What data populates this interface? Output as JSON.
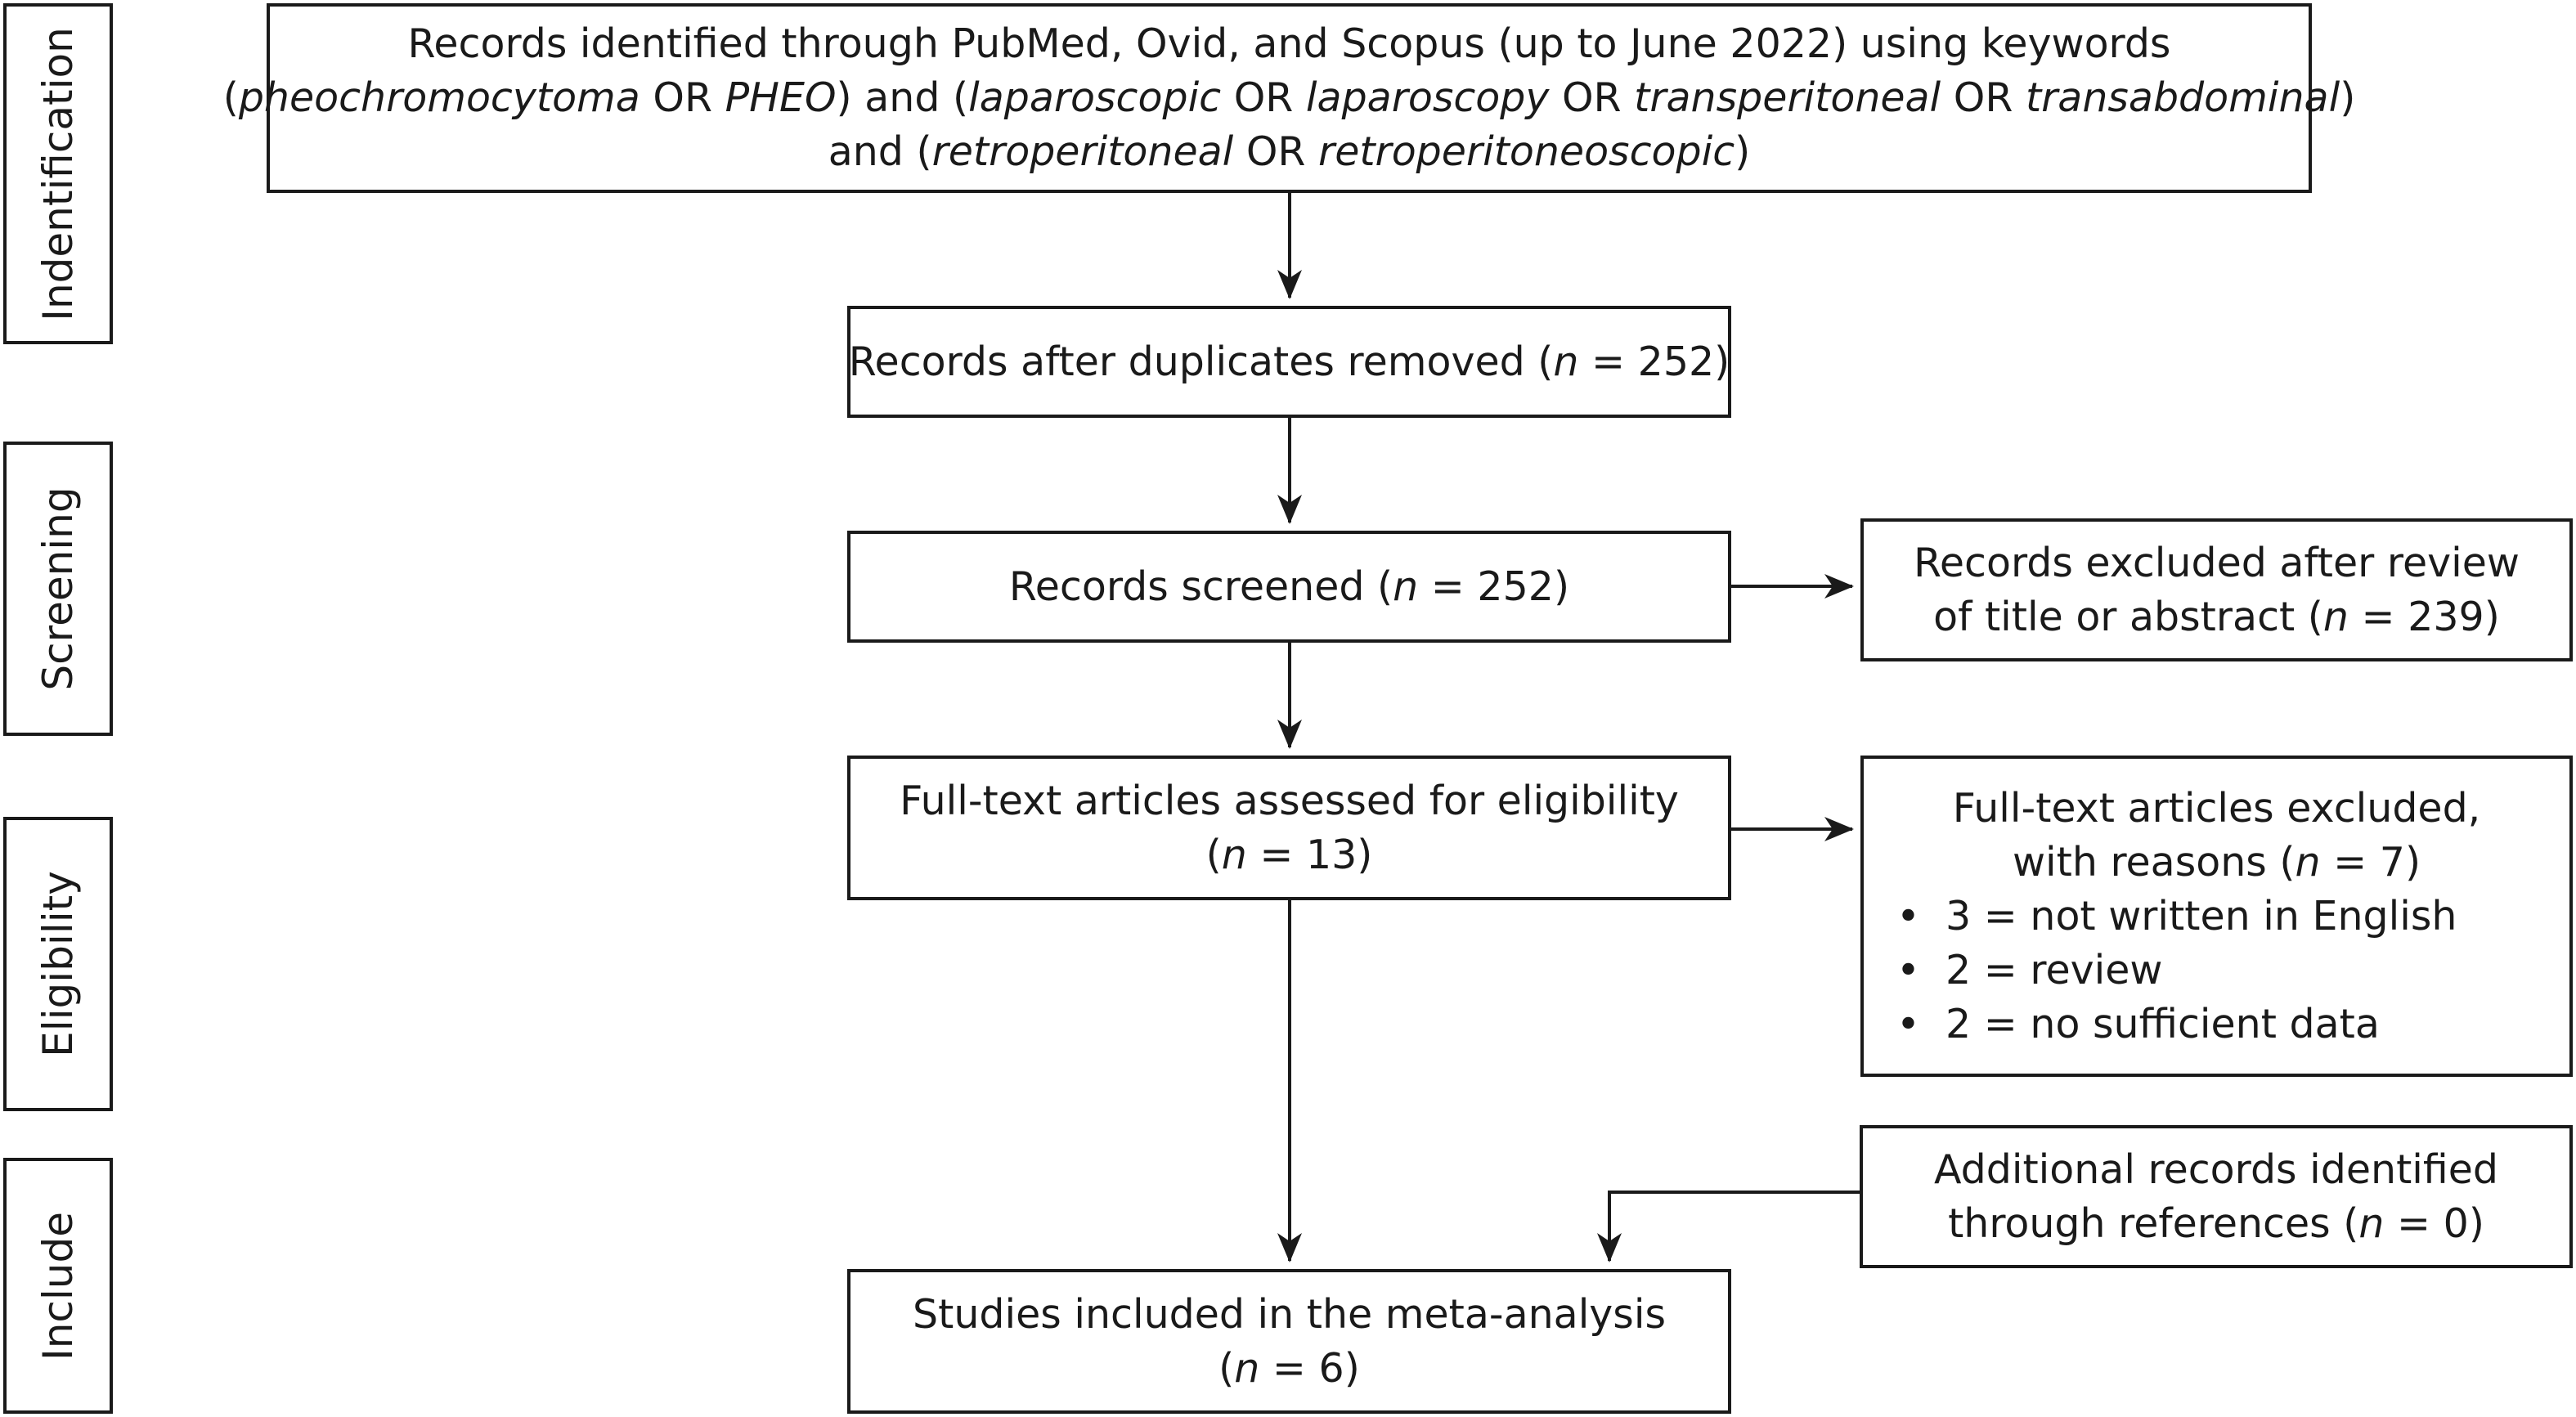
{
  "sections": {
    "identification": "Indentification",
    "screening": "Screening",
    "eligibility": "Eligibility",
    "include": "Include"
  },
  "boxes": {
    "identified": {
      "line1": "Records identified through PubMed, Ovid, and Scopus (up to June 2022) using keywords",
      "line2_open": "(",
      "term_pheo": "pheochromocytoma",
      "or": "OR",
      "term_pheo_abbr": "PHEO",
      "line2_and": ") and (",
      "term_lap1": "laparoscopic",
      "term_lap2": "laparoscopy",
      "term_trans1": "transperitoneal",
      "term_trans2": "transabdominal",
      "line2_close": ")",
      "line3_open": "and (",
      "term_retro1": "retroperitoneal",
      "term_retro2": "retroperitoneoscopic",
      "line3_close": ")"
    },
    "duplicates_removed": {
      "text_before": "Records after duplicates removed (",
      "n_symbol": "n",
      "text_after": " = 252)"
    },
    "screened": {
      "text_before": "Records screened (",
      "n_symbol": "n",
      "text_after": " = 252)"
    },
    "excluded_title": {
      "line1": "Records excluded after review",
      "text_before": "of title or abstract (",
      "n_symbol": "n",
      "text_after": " = 239)"
    },
    "fulltext_assessed": {
      "line1": "Full-text articles assessed for eligibility",
      "text_before": "(",
      "n_symbol": "n",
      "text_after": " = 13)"
    },
    "fulltext_excluded": {
      "line1": "Full-text articles excluded,",
      "text_before": "with reasons (",
      "n_symbol": "n",
      "text_after": " = 7)",
      "reasons": [
        "3 = not written in English",
        "2 = review",
        "2 = no sufficient data"
      ]
    },
    "additional": {
      "line1": "Additional records identified",
      "text_before": "through references (",
      "n_symbol": "n",
      "text_after": " = 0)"
    },
    "included": {
      "line1": "Studies included in the meta-analysis",
      "text_before": "(",
      "n_symbol": "n",
      "text_after": " = 6)"
    }
  },
  "colors": {
    "stroke": "#1a1a1a",
    "background": "#ffffff"
  }
}
